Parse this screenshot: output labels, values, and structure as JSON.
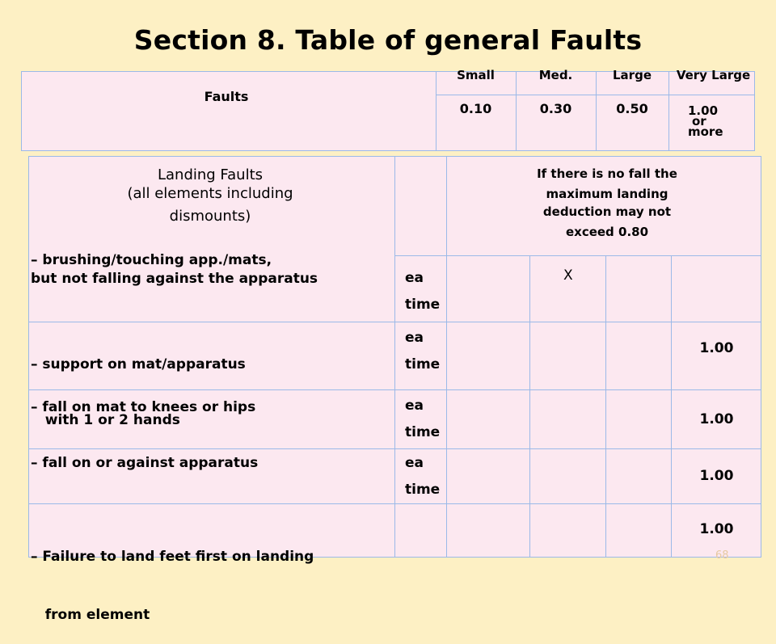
{
  "title": "Section 8. Table of general Faults",
  "header": {
    "faults_label": "Faults",
    "columns": [
      {
        "label": "Small",
        "value": "0.10"
      },
      {
        "label": "Med.",
        "value": "0.30"
      },
      {
        "label": "Large",
        "value": "0.50"
      },
      {
        "label": "Very Large",
        "value_lines": [
          "1.00",
          "or",
          "more"
        ]
      }
    ]
  },
  "landing": {
    "heading_lines": [
      "Landing Faults",
      "(all elements including",
      "dismounts)"
    ],
    "note_lines": [
      "If there is no fall the",
      "maximum landing",
      "deduction may not",
      "exceed 0.80"
    ]
  },
  "rows": [
    {
      "lines": [
        "– brushing/touching  app./mats,",
        "but not falling against the apparatus"
      ],
      "unit": [
        "ea",
        "time"
      ],
      "mark": "X",
      "value": ""
    },
    {
      "lines": [
        "– support on mat/apparatus",
        "   with 1 or 2 hands"
      ],
      "unit": [
        "ea",
        "time"
      ],
      "mark": "",
      "value": "1.00"
    },
    {
      "lines": [
        "– fall on mat to knees or hips"
      ],
      "unit": [
        "ea",
        "time"
      ],
      "mark": "",
      "value": "1.00"
    },
    {
      "lines": [
        "– fall on or against apparatus"
      ],
      "unit": [
        "ea",
        "time"
      ],
      "mark": "",
      "value": "1.00"
    },
    {
      "lines": [
        "– Failure to land feet first on landing",
        "   from element"
      ],
      "unit": [],
      "mark": "",
      "value": "1.00"
    }
  ],
  "page_number": "68"
}
